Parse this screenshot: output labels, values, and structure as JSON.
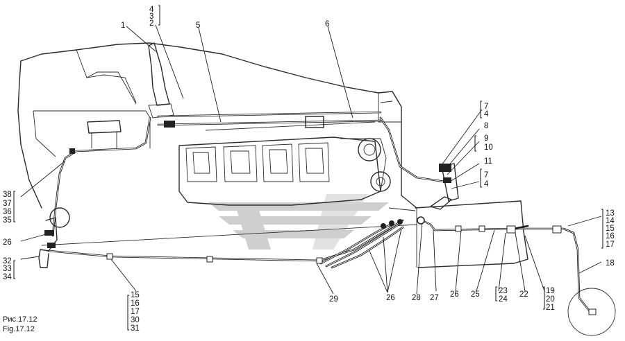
{
  "labels": {
    "l1": "1",
    "l4a": "4",
    "l3a": "3",
    "l2": "2",
    "l5": "5",
    "l6": "6",
    "l7a": "7",
    "l4b": "4",
    "l8": "8",
    "l9": "9",
    "l10": "10",
    "l11": "11",
    "l7b": "7",
    "l4c": "4",
    "l13": "13",
    "l14a": "14",
    "l15a": "15",
    "l16a": "16",
    "l17a": "17",
    "l18": "18",
    "l38": "38",
    "l37": "37",
    "l36": "36",
    "l35": "35",
    "l26a": "26",
    "l32": "32",
    "l33": "33",
    "l34": "34",
    "l15b": "15",
    "l16b": "16",
    "l17b": "17",
    "l30": "30",
    "l31": "31",
    "l29": "29",
    "l26b": "26",
    "l28": "28",
    "l27": "27",
    "l26c": "26",
    "l25": "25",
    "l23": "23",
    "l24": "24",
    "l22": "22",
    "l19": "19",
    "l20": "20",
    "l21": "21"
  },
  "caption": {
    "ru": "Рис.17.12",
    "en": "Fig.17.12"
  }
}
